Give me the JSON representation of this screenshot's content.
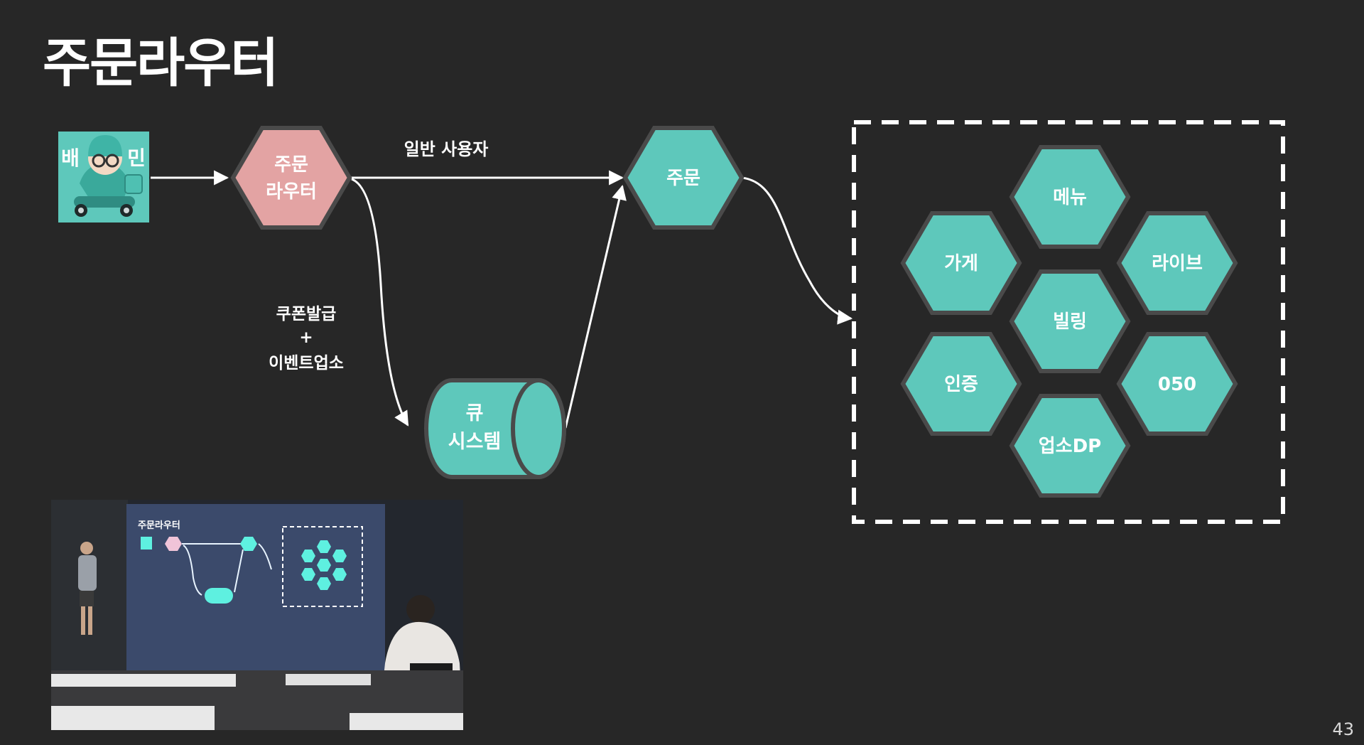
{
  "slide": {
    "title": "주문라우터",
    "page_number": "43"
  },
  "logo": {
    "text_left": "배",
    "text_right": "민"
  },
  "nodes": {
    "router_line1": "주문",
    "router_line2": "라우터",
    "order": "주문",
    "queue_line1": "큐",
    "queue_line2": "시스템"
  },
  "edges": {
    "normal_user": "일반 사용자",
    "coupon_line1": "쿠폰발급",
    "coupon_line2": "+",
    "coupon_line3": "이벤트업소"
  },
  "services": {
    "menu": "메뉴",
    "store": "가게",
    "live": "라이브",
    "billing": "빌링",
    "auth": "인증",
    "num050": "050",
    "shop_dp": "업소DP"
  },
  "colors": {
    "background": "#272727",
    "teal": "#5ec8bb",
    "pink": "#e3a3a3",
    "hex_border": "#4a4a4a",
    "white": "#ffffff"
  },
  "video": {
    "slide_title": "주문라우터"
  }
}
